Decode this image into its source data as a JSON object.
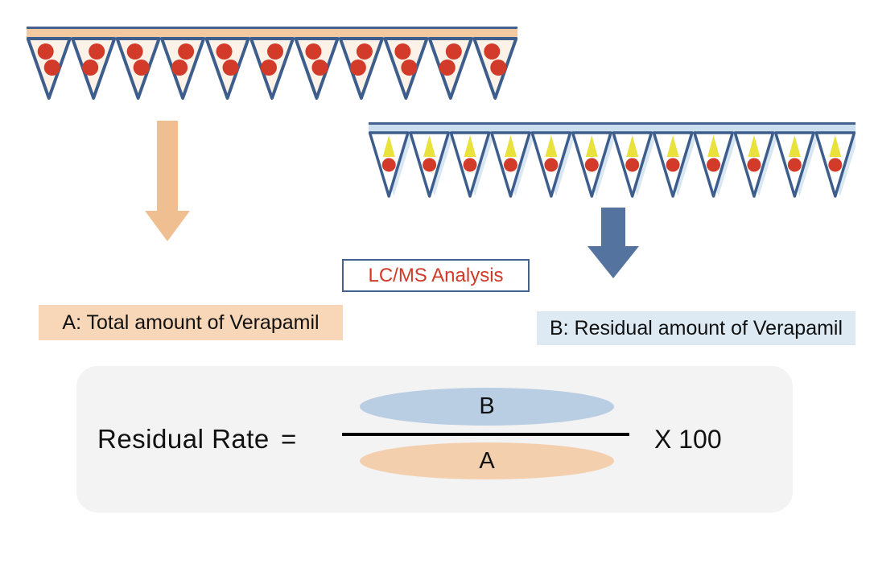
{
  "colors": {
    "edge_blue": "#44618f",
    "tube_outline": "#3d5e8c",
    "bar_peach": "#f2c9a1",
    "bar_blue": "#cadeee",
    "tube_fill_a": "#fcf2e8",
    "tube_fill_b": "#ffffff",
    "tube_shadow_b": "#d9e7f3",
    "dot_red": "#d23b2a",
    "tip_yellow": "#e9e13c",
    "arrow_peach": "#efbf92",
    "arrow_blue": "#54749f",
    "analysis_text": "#d23a28",
    "analysis_border": "#44618f",
    "label_a_bg": "#f8d7b8",
    "label_b_bg": "#ddeaf4",
    "formula_bg": "#f3f3f3",
    "numerator_fill": "#b9cde3",
    "denominator_fill": "#f4cfae"
  },
  "strip_a": {
    "tube_count": 11,
    "dots_per_tube": 2
  },
  "strip_b": {
    "tube_count": 12,
    "dots_per_tube": 1,
    "has_yellow_tip": true
  },
  "analysis_box": {
    "label": "LC/MS Analysis"
  },
  "label_a": {
    "text": "A: Total amount of Verapamil"
  },
  "label_b": {
    "text": "B: Residual amount of Verapamil"
  },
  "formula": {
    "lhs": "Residual Rate",
    "equals": "=",
    "numerator": "B",
    "denominator": "A",
    "multiplier": "X 100"
  }
}
